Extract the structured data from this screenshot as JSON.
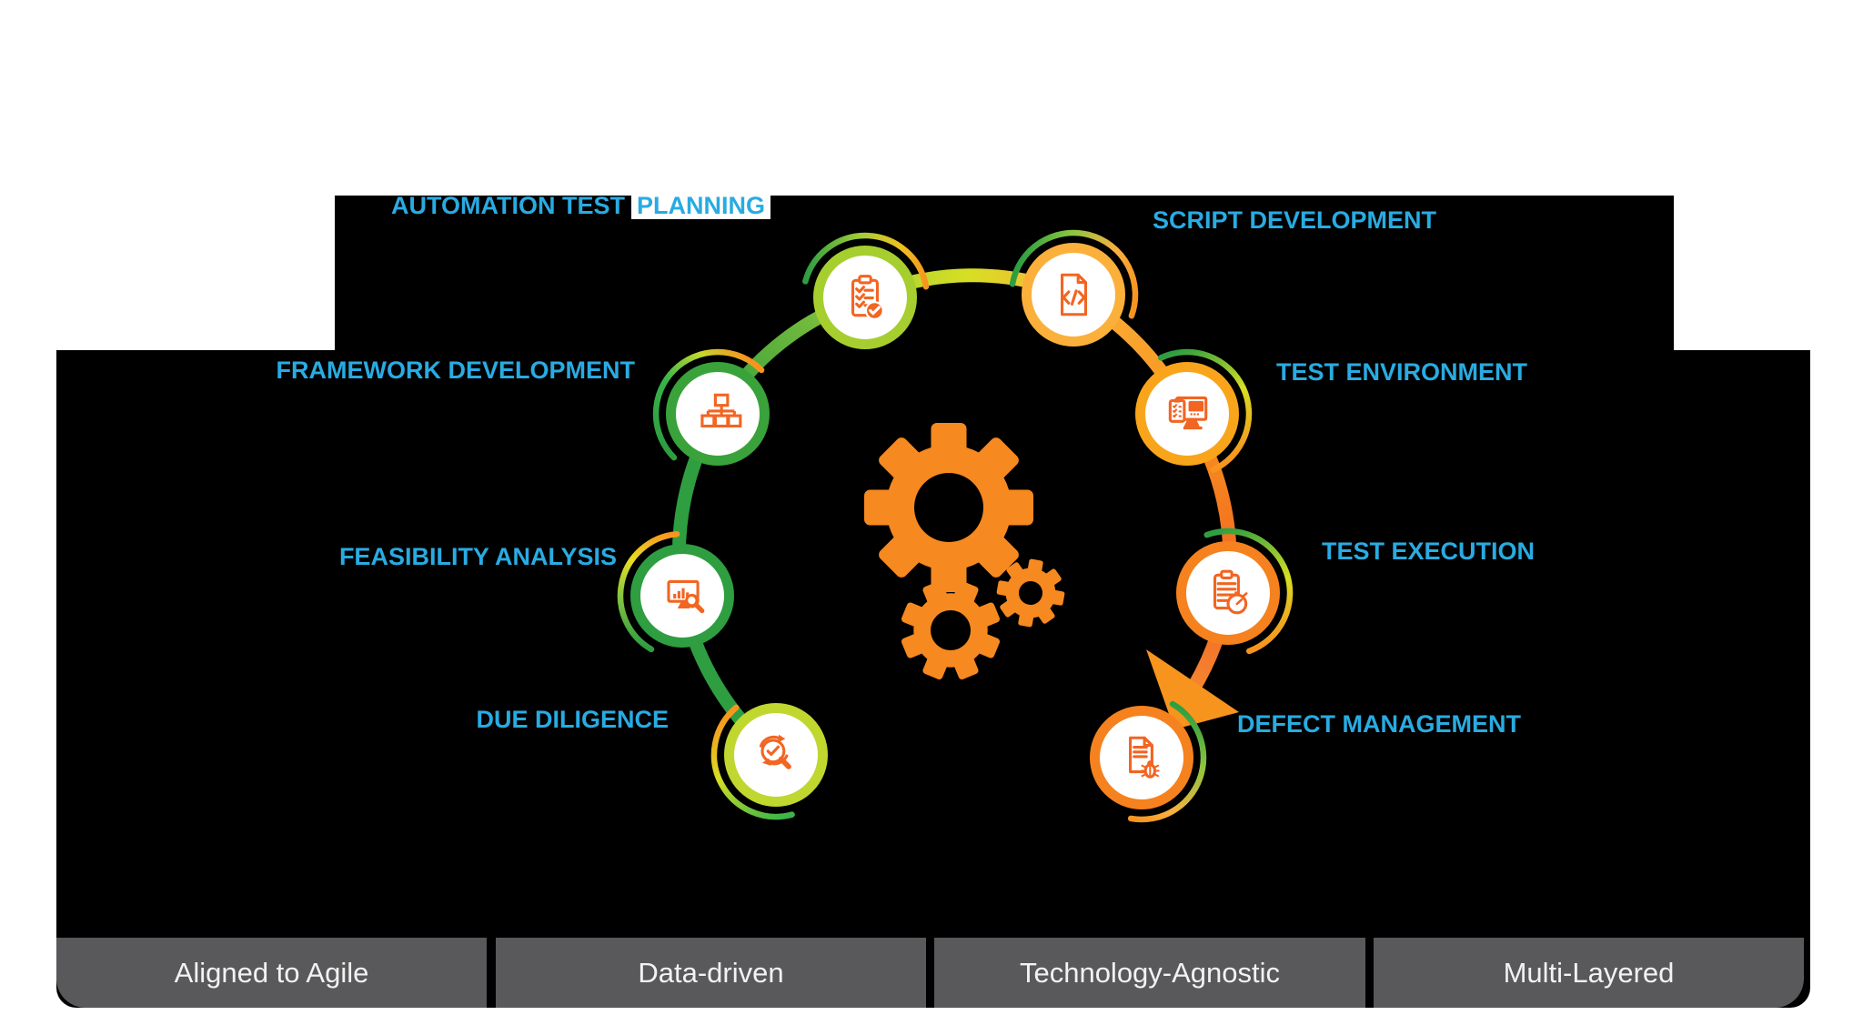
{
  "diagram": {
    "title_implied": "",
    "nodes": [
      {
        "id": "automation-test-planning",
        "label": "AUTOMATION TEST",
        "highlight": "PLANNING",
        "icon": "checklist-clipboard-icon"
      },
      {
        "id": "script-development",
        "label": "SCRIPT DEVELOPMENT",
        "icon": "code-file-icon"
      },
      {
        "id": "framework-development",
        "label": "FRAMEWORK DEVELOPMENT",
        "icon": "sitemap-icon"
      },
      {
        "id": "test-environment",
        "label": "TEST ENVIRONMENT",
        "icon": "monitor-clipboard-icon"
      },
      {
        "id": "feasibility-analysis",
        "label": "FEASIBILITY ANALYSIS",
        "icon": "chart-magnifier-icon"
      },
      {
        "id": "test-execution",
        "label": "TEST EXECUTION",
        "icon": "clipboard-stopwatch-icon"
      },
      {
        "id": "due-diligence",
        "label": "DUE DILIGENCE",
        "icon": "magnifier-check-refresh-icon"
      },
      {
        "id": "defect-management",
        "label": "DEFECT MANAGEMENT",
        "icon": "document-bug-icon"
      }
    ],
    "center_icon": "gears-icon"
  },
  "footer": {
    "items": [
      {
        "label": "Aligned to Agile"
      },
      {
        "label": "Data-driven"
      },
      {
        "label": "Technology-Agnostic"
      },
      {
        "label": "Multi-Layered"
      }
    ]
  },
  "colors": {
    "label_blue": "#29ABE2",
    "icon_orange": "#F26522",
    "gear_orange": "#F6891F",
    "green": "#2E9E41",
    "lime": "#BFD72F",
    "yellow_green": "#A6CE39",
    "amber": "#FBB03B",
    "orange": "#F7941E",
    "deep_orange": "#F26522",
    "footer_gray": "#59595B",
    "background_black": "#000000"
  }
}
